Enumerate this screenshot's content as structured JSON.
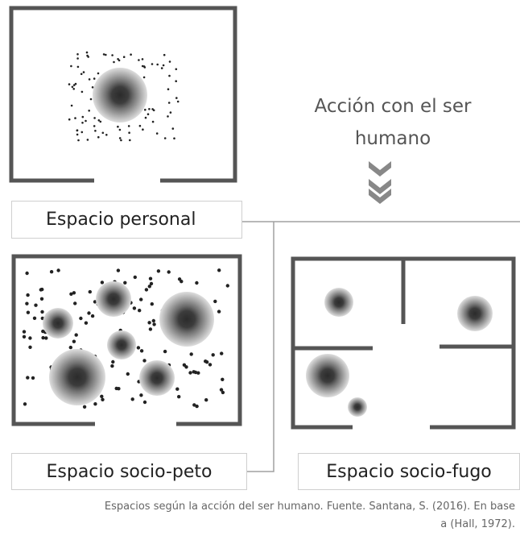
{
  "heading": {
    "line1": "Acción con el ser",
    "line2": "humano"
  },
  "labels": {
    "personal": "Espacio personal",
    "socio_peto": "Espacio socio-peto",
    "socio_fugo": "Espacio socio-fugo"
  },
  "caption": {
    "line1": "Espacios según la acción del ser humano. Fuente. Santana, S. (2016). En base",
    "line2": "a (Hall, 1972)."
  },
  "colors": {
    "wall": "#555555",
    "connector": "#a0a0a0",
    "dot": "#222222",
    "chevron": "#888888"
  },
  "icons": [
    "down-chevron-icon"
  ]
}
